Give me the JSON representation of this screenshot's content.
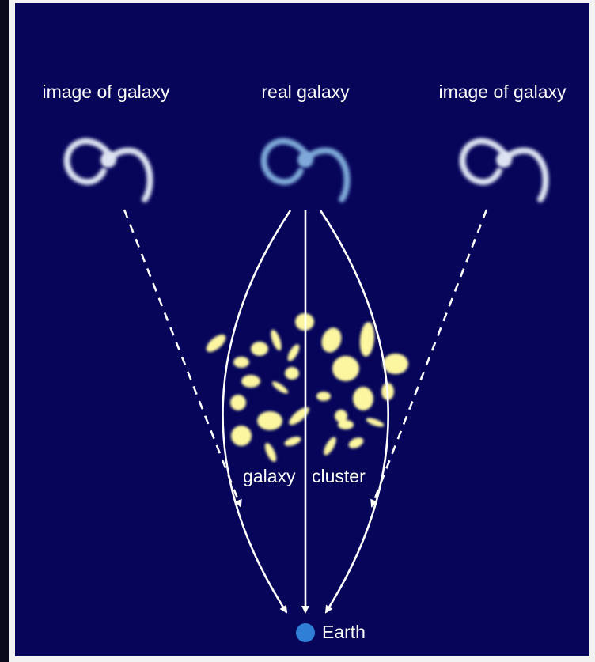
{
  "labels": {
    "image_left": "image of galaxy",
    "real": "real galaxy",
    "image_right": "image of galaxy",
    "galaxy_word": "galaxy",
    "cluster_word": "cluster",
    "earth": "Earth"
  },
  "colors": {
    "background": "#06055a",
    "image_galaxy": "#dde3f2",
    "real_galaxy": "#7ea9d8",
    "cluster": "#fcf6a0",
    "earth": "#2f7fd6",
    "arrows": "#ffffff"
  }
}
